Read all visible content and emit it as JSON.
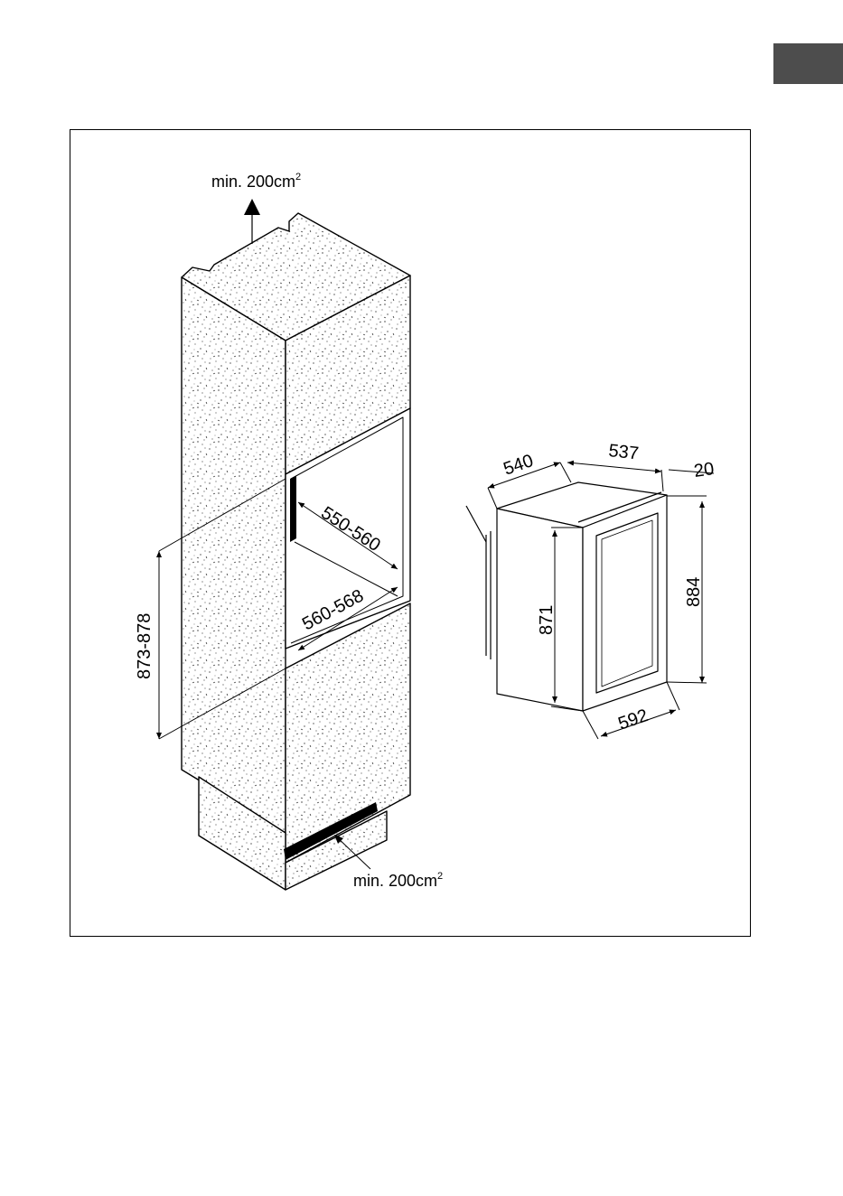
{
  "colors": {
    "tab": "#4d4d4d",
    "stone": "#ffffff",
    "line": "#000000"
  },
  "labels": {
    "vent_top": "min. 200cm",
    "vent_top_sup": "2",
    "vent_bottom": "min. 200cm",
    "vent_bottom_sup": "2"
  },
  "dimensions": {
    "niche_height": "873-878",
    "niche_depth": "550-560",
    "niche_width": "560-568",
    "appliance_depth": "540",
    "appliance_width_top": "537",
    "door_offset": "20",
    "appliance_height": "871",
    "total_height": "884",
    "appliance_width": "592"
  }
}
